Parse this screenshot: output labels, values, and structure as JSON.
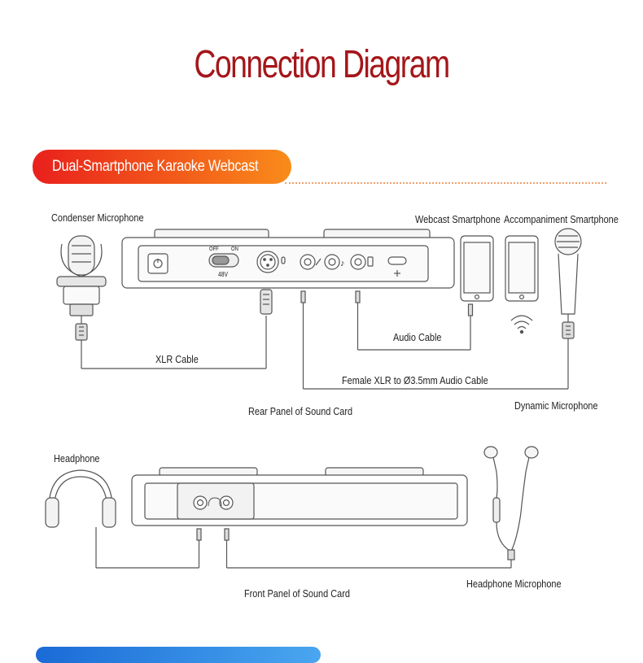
{
  "title": "Connection Diagram",
  "section": {
    "banner": "Dual-Smartphone Karaoke Webcast"
  },
  "labels": {
    "condenser_mic": "Condenser Microphone",
    "webcast_phone": "Webcast Smartphone",
    "accompaniment_phone": "Accompaniment Smartphone",
    "xlr_cable": "XLR Cable",
    "audio_cable": "Audio Cable",
    "female_xlr": "Female XLR to Ø3.5mm Audio Cable",
    "rear_panel": "Rear Panel of Sound Card",
    "dynamic_mic": "Dynamic Microphone",
    "headphone": "Headphone",
    "headphone_mic": "Headphone Microphone",
    "front_panel": "Front Panel of Sound Card",
    "switch_off": "OFF",
    "switch_on": "ON",
    "switch_48v": "48V"
  },
  "colors": {
    "title": "#a4161a",
    "banner_start": "#e9201c",
    "banner_end": "#f98c1a",
    "line": "#555555"
  },
  "icons": [
    "power-icon",
    "mic-icon",
    "headphone-icon",
    "music-note-icon",
    "phone-icon",
    "usb-icon",
    "wifi-icon"
  ]
}
